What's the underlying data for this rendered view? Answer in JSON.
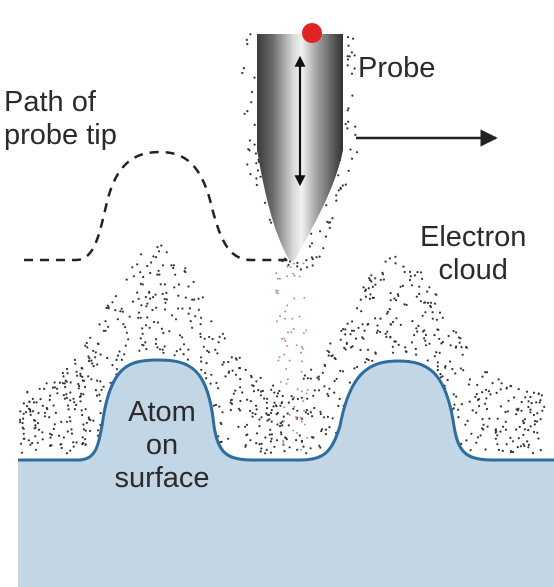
{
  "labels": {
    "path_of_probe_tip": [
      "Path of",
      "probe tip"
    ],
    "probe": "Probe",
    "electron_cloud": [
      "Electron",
      "cloud"
    ],
    "atom_on_surface": [
      "Atom",
      "on",
      "surface"
    ]
  },
  "colors": {
    "surface_fill": "#c3d6e6",
    "surface_outline": "#2e6d9e",
    "probe_dot": "#e02424",
    "dots": "#333333",
    "text": "#2b2b2b"
  },
  "icons": {
    "motion_arrow": "right-arrow",
    "vertical_arrow": "double-headed-vertical-arrow"
  }
}
